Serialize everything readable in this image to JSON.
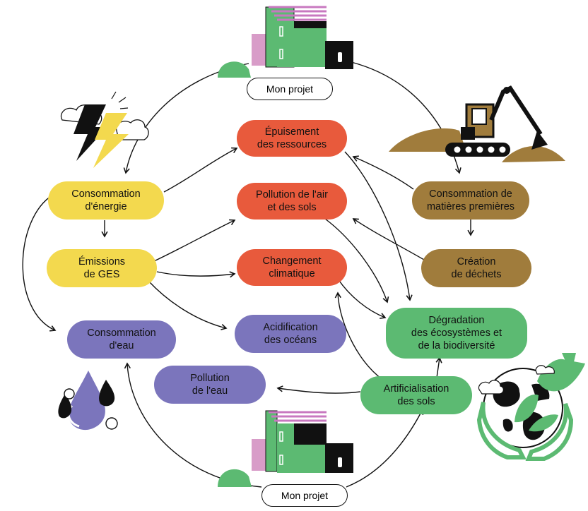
{
  "nodes": {
    "top_project": "Mon projet",
    "bottom_project": "Mon projet",
    "conso_energie": [
      "Consommation",
      "d'énergie"
    ],
    "emissions_ges": [
      "Émissions",
      "de GES"
    ],
    "conso_eau": [
      "Consommation",
      "d'eau"
    ],
    "pollution_eau": [
      "Pollution",
      "de l'eau"
    ],
    "epuisement": [
      "Épuisement",
      "des ressources"
    ],
    "pollution_air": [
      "Pollution de l'air",
      "et des sols"
    ],
    "changement": [
      "Changement",
      "climatique"
    ],
    "acidification": [
      "Acidification",
      "des océans"
    ],
    "conso_matieres": [
      "Consommation de",
      "matières premières"
    ],
    "creation_dechets": [
      "Création",
      "de déchets"
    ],
    "degradation": [
      "Dégradation",
      "des écosystèmes et",
      "de la biodiversité"
    ],
    "artificialisation": [
      "Artificialisation",
      "des sols"
    ]
  },
  "colors": {
    "yellow": "#f3d94e",
    "red": "#e85a3c",
    "brown": "#a07c3c",
    "purple": "#7b75bc",
    "green": "#5cba72",
    "pink": "#d89cc8",
    "stripe": "#c878c0"
  },
  "icons": [
    "building-icon",
    "lightning-cloud-icon",
    "excavator-icon",
    "water-drop-icon",
    "earth-hands-icon"
  ]
}
